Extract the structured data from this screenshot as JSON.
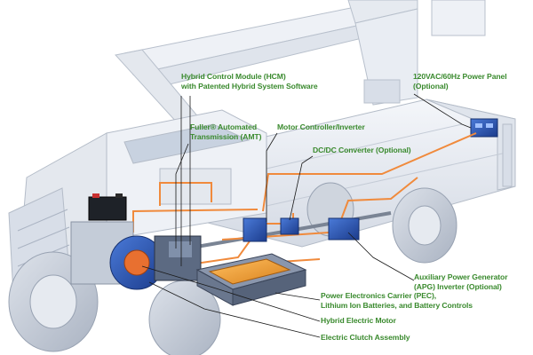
{
  "colors": {
    "label_green": "#3a8a2e",
    "leader_line": "#1a1a1a",
    "hybrid_cable": "#f08a3c",
    "component_blue": "#2c56b8",
    "battery_orange": "#f0a030",
    "truck_body": "#e8ecf2"
  },
  "labels": {
    "hcm": [
      "Hybrid Control Module (HCM)",
      "with Patented Hybrid System Software"
    ],
    "power_panel": [
      "120VAC/60Hz Power Panel",
      "(Optional)"
    ],
    "amt": [
      "Fuller® Automated",
      "Transmission (AMT)"
    ],
    "motor_controller": [
      "Motor Controller/Inverter"
    ],
    "dcdc": [
      "DC/DC Converter (Optional)"
    ],
    "apg": [
      "Auxiliary Power Generator",
      "(APG) Inverter (Optional)"
    ],
    "pec": [
      "Power Electronics Carrier (PEC),",
      "Lithium Ion Batteries, and Battery Controls"
    ],
    "motor": [
      "Hybrid Electric Motor"
    ],
    "clutch": [
      "Electric Clutch Assembly"
    ]
  }
}
